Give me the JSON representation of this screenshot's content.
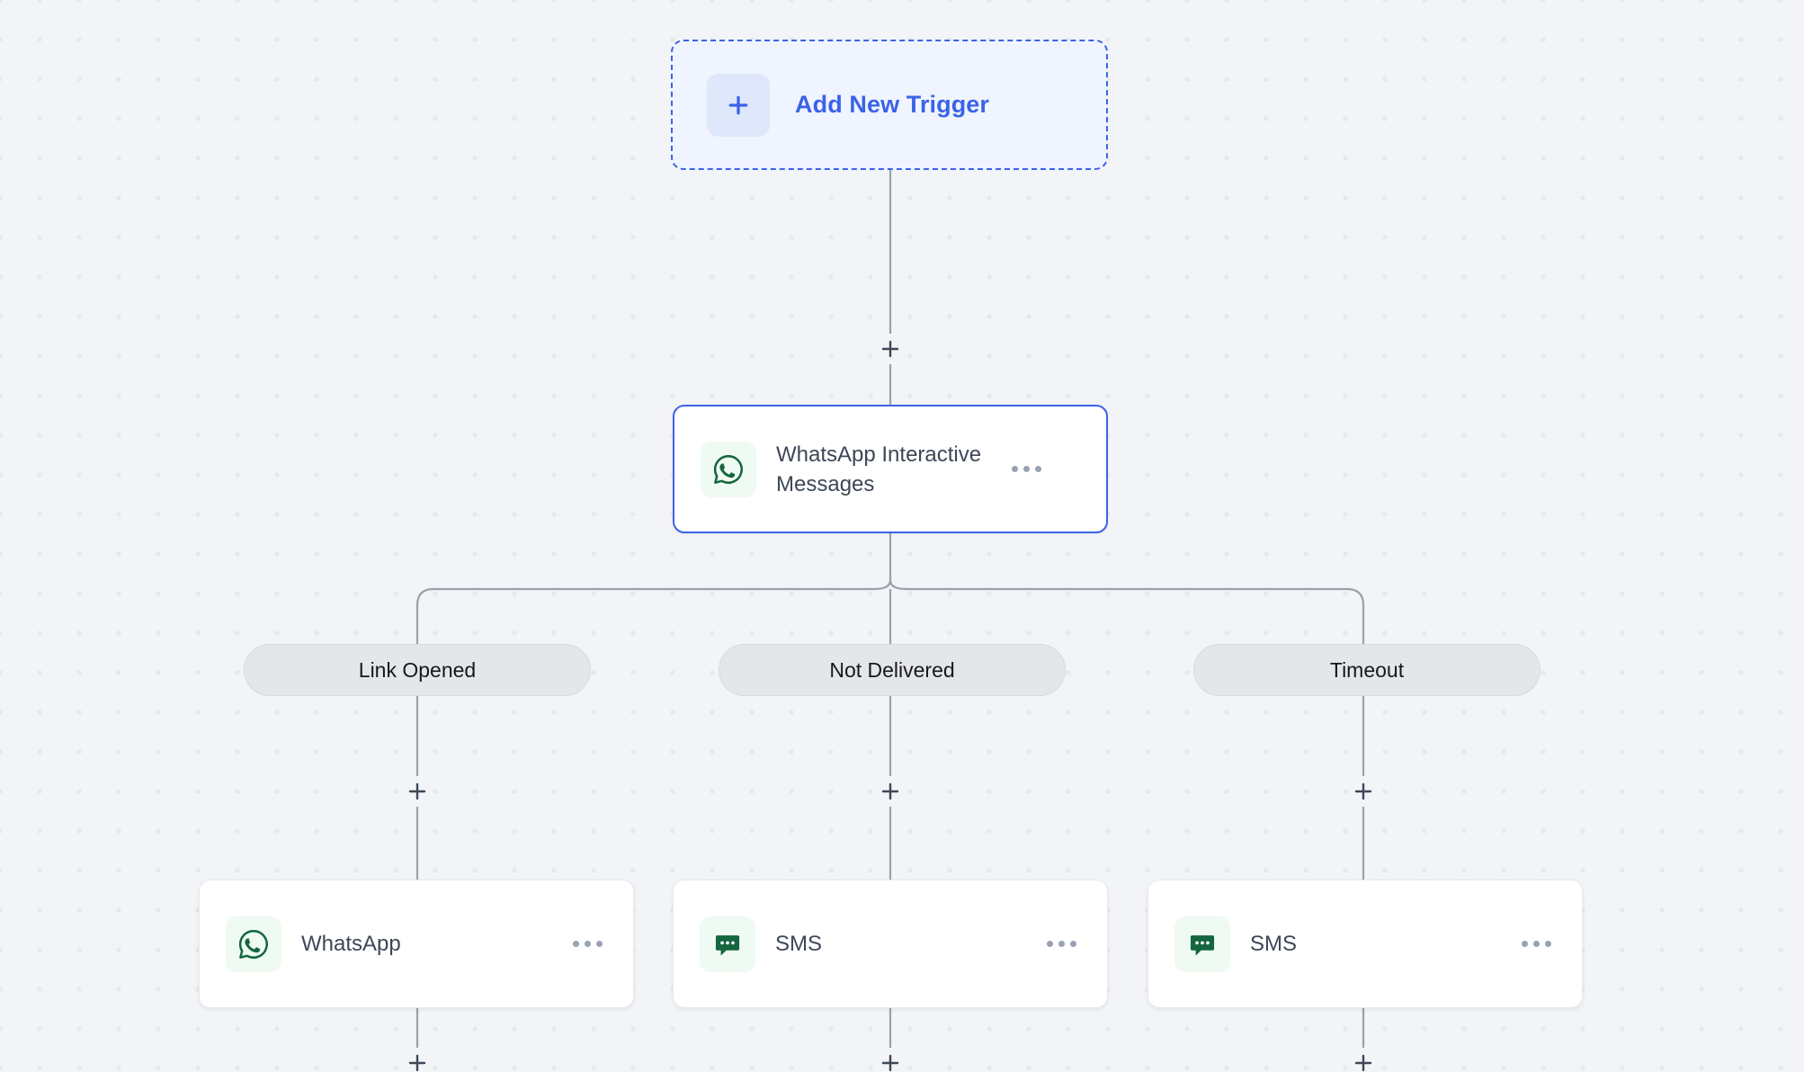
{
  "canvas": {
    "background_color": "#f2f4f7",
    "dot_color": "#e6e8ea",
    "accent_color": "#3b63e8",
    "pill_color": "#e4e6ea",
    "icon_bg_color": "#effaf2",
    "icon_green": "#14663f",
    "edge_color": "#9aa1ab"
  },
  "trigger": {
    "label": "Add New Trigger",
    "icon": "plus-icon"
  },
  "root_step": {
    "title": "WhatsApp Interactive Messages",
    "icon": "whatsapp-icon",
    "menu_icon": "more-horizontal-icon",
    "selected": true
  },
  "branches": [
    {
      "pill_label": "Link Opened",
      "step": {
        "title": "WhatsApp",
        "icon": "whatsapp-icon",
        "menu_icon": "more-horizontal-icon"
      }
    },
    {
      "pill_label": "Not Delivered",
      "step": {
        "title": "SMS",
        "icon": "sms-icon",
        "menu_icon": "more-horizontal-icon"
      }
    },
    {
      "pill_label": "Timeout",
      "step": {
        "title": "SMS",
        "icon": "sms-icon",
        "menu_icon": "more-horizontal-icon"
      }
    }
  ],
  "add_handles": [
    {
      "name": "add-step-after-trigger"
    },
    {
      "name": "add-step-branch-link-opened"
    },
    {
      "name": "add-step-branch-not-delivered"
    },
    {
      "name": "add-step-branch-timeout"
    },
    {
      "name": "add-step-after-whatsapp"
    },
    {
      "name": "add-step-after-sms-not-delivered"
    },
    {
      "name": "add-step-after-sms-timeout"
    }
  ]
}
